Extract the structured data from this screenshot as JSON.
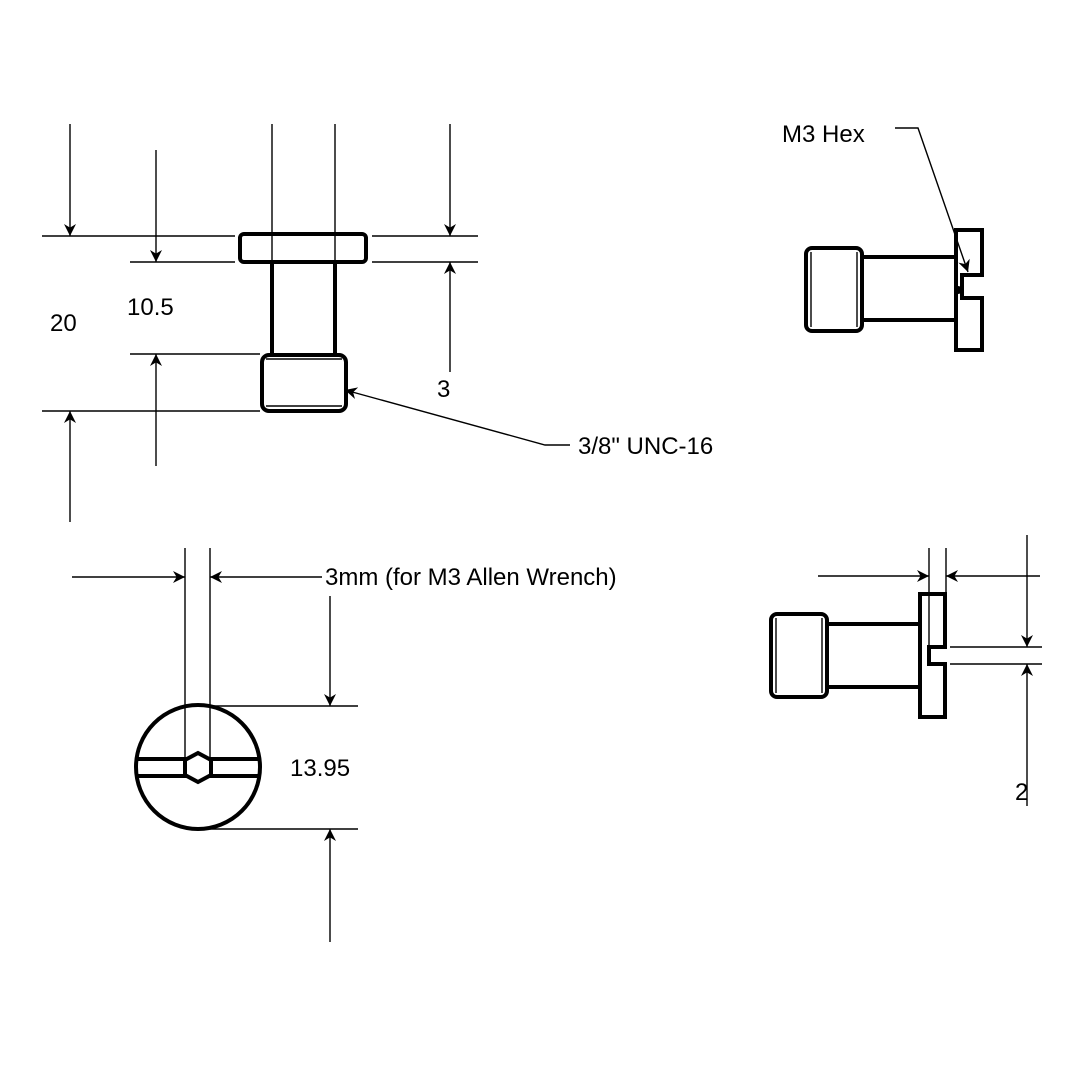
{
  "drawing": {
    "front_view": {
      "dim_overall_length": "20",
      "dim_shaft_length": "10.5",
      "dim_head_thickness": "3",
      "thread_callout": "3/8\" UNC-16"
    },
    "side_view_top": {
      "hex_callout": "M3 Hex"
    },
    "end_view": {
      "slot_width_callout": "3mm (for M3 Allen Wrench)",
      "dim_head_diameter": "13.95"
    },
    "side_view_bottom": {
      "dim_slot_depth": "2"
    },
    "line_color": "#000000",
    "background_color": "#ffffff"
  }
}
